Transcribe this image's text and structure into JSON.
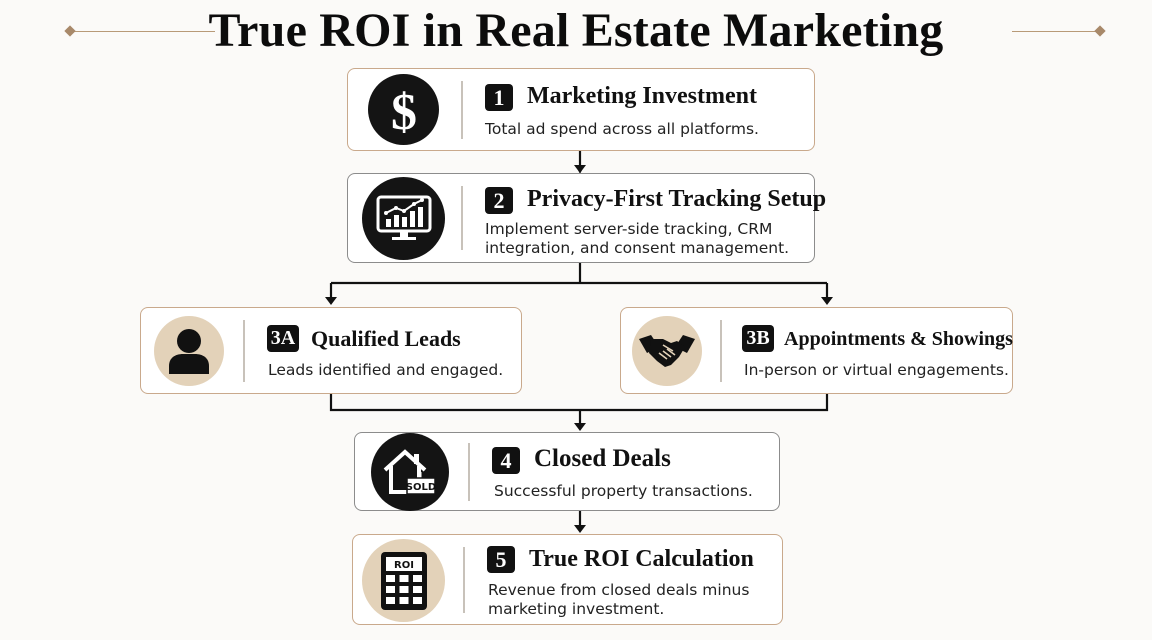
{
  "title": "True ROI in Real Estate Marketing",
  "steps": [
    {
      "badge": "1",
      "title": "Marketing Investment",
      "desc": "Total ad spend across all platforms.",
      "icon": "dollar-icon"
    },
    {
      "badge": "2",
      "title": "Privacy-First Tracking Setup",
      "desc_lines": [
        "Implement server-side tracking, CRM",
        "integration, and consent management."
      ],
      "icon": "analytics-monitor-icon"
    },
    {
      "badge": "3A",
      "title": "Qualified Leads",
      "desc": "Leads identified and engaged.",
      "icon": "person-icon"
    },
    {
      "badge": "3B",
      "title": "Appointments & Showings",
      "desc": "In-person or virtual engagements.",
      "icon": "handshake-icon"
    },
    {
      "badge": "4",
      "title": "Closed Deals",
      "desc": "Successful property transactions.",
      "icon": "house-sold-icon",
      "sign": "SOLD"
    },
    {
      "badge": "5",
      "title": "True ROI Calculation",
      "desc_lines": [
        "Revenue from closed deals minus",
        "marketing investment."
      ],
      "icon": "calculator-icon",
      "screen": "ROI"
    }
  ],
  "colors": {
    "accent": "#c9a98c",
    "icon_bg_beige": "#e3d2b9",
    "icon_bg_dark": "#141414",
    "text": "#111111"
  }
}
